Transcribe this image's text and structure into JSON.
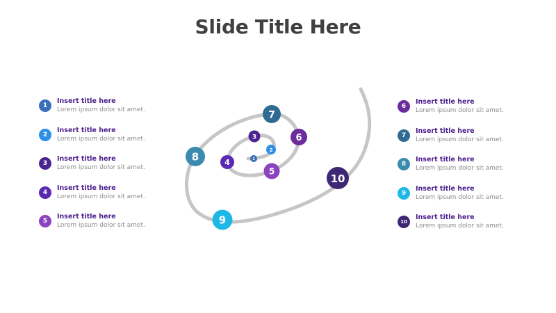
{
  "slide": {
    "title": "Slide Title Here"
  },
  "items": [
    {
      "num": "1",
      "title": "Insert title here",
      "desc": "Lorem ipsum dolor sit amet.",
      "color": "#3c6fb9"
    },
    {
      "num": "2",
      "title": "Insert title here",
      "desc": "Lorem ipsum dolor sit amet.",
      "color": "#2e8fe6"
    },
    {
      "num": "3",
      "title": "Insert title here",
      "desc": "Lorem ipsum dolor sit amet.",
      "color": "#4a2590"
    },
    {
      "num": "4",
      "title": "Insert title here",
      "desc": "Lorem ipsum dolor sit amet.",
      "color": "#5a2ab0"
    },
    {
      "num": "5",
      "title": "Insert title here",
      "desc": "Lorem ipsum dolor sit amet.",
      "color": "#8a44c0"
    },
    {
      "num": "6",
      "title": "Insert title here",
      "desc": "Lorem ipsum dolor sit amet.",
      "color": "#6a2d9a"
    },
    {
      "num": "7",
      "title": "Insert title here",
      "desc": "Lorem ipsum dolor sit amet.",
      "color": "#2f6a92"
    },
    {
      "num": "8",
      "title": "Insert title here",
      "desc": "Lorem ipsum dolor sit amet.",
      "color": "#3a8bb0"
    },
    {
      "num": "9",
      "title": "Insert title here",
      "desc": "Lorem ipsum dolor sit amet.",
      "color": "#1fb8e6"
    },
    {
      "num": "10",
      "title": "Insert title here",
      "desc": "Lorem ipsum dolor sit amet.",
      "color": "#3e2774"
    }
  ],
  "spiral": {
    "line_color": "#c6c6c6"
  }
}
